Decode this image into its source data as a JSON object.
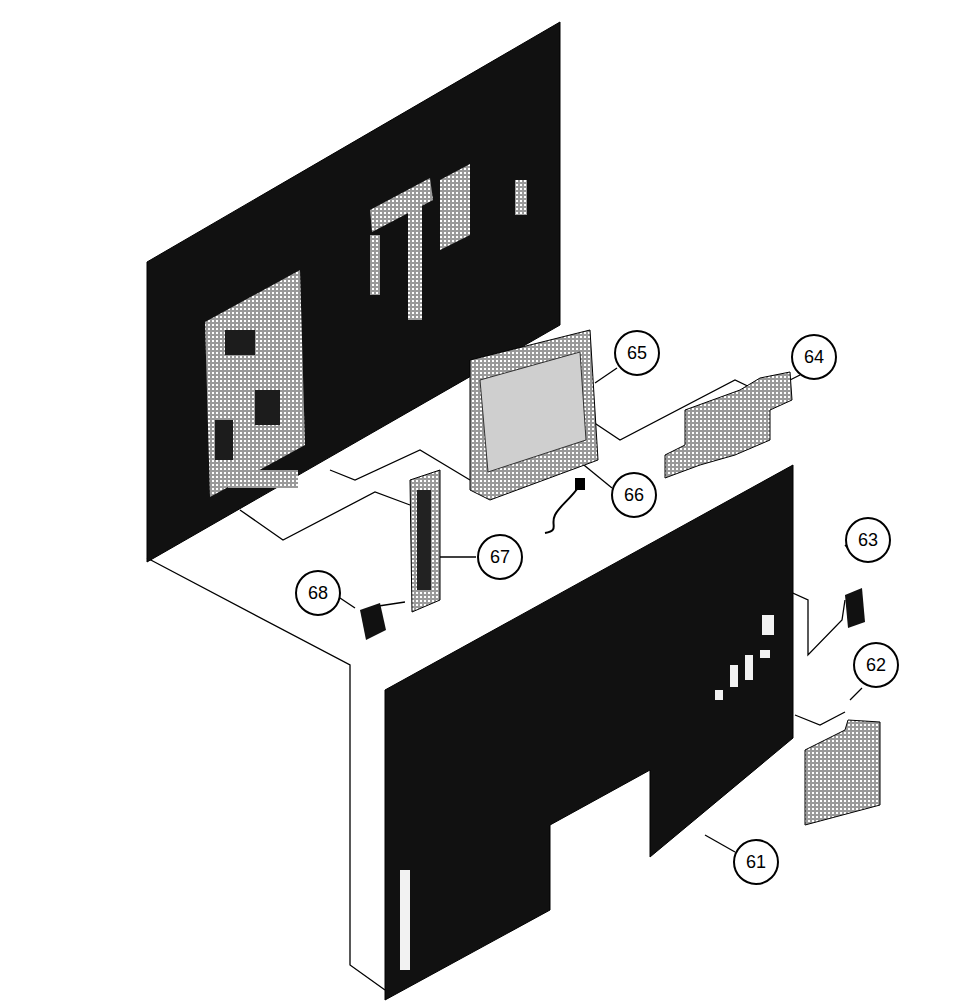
{
  "diagram": {
    "labels": [
      "65",
      "64",
      "66",
      "67",
      "68",
      "63",
      "62",
      "61"
    ]
  }
}
